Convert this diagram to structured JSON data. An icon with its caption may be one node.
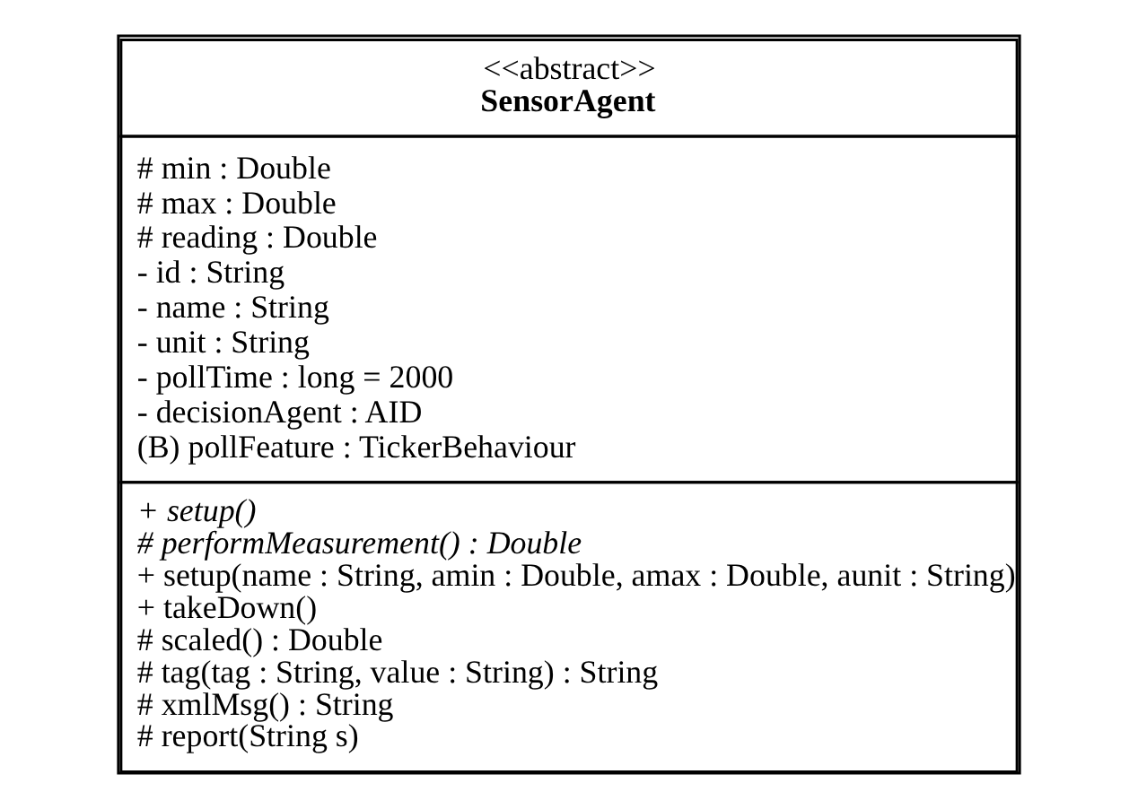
{
  "diagram": {
    "nodes": [
      {
        "text": [
          "<<abstract>>",
          "SensorAgent",
          "# min : Double",
          "# max : Double",
          "# reading : Double",
          "- id : String",
          "- name : String",
          "- unit : String",
          "- pollTime : long = 2000",
          "- decisionAgent : AID",
          "(B) pollFeature : TickerBehaviour",
          "+ setup()",
          "# performMeasurement() : Double",
          "+ setup(name : String, amin : Double, amax : Double, aunit : String)",
          "+ takeDown()",
          "# scaled() : Double",
          "# tag(tag : String, value : String) : String",
          "# xmlMsg() : String",
          "# report(String s)"
        ]
      }
    ]
  }
}
